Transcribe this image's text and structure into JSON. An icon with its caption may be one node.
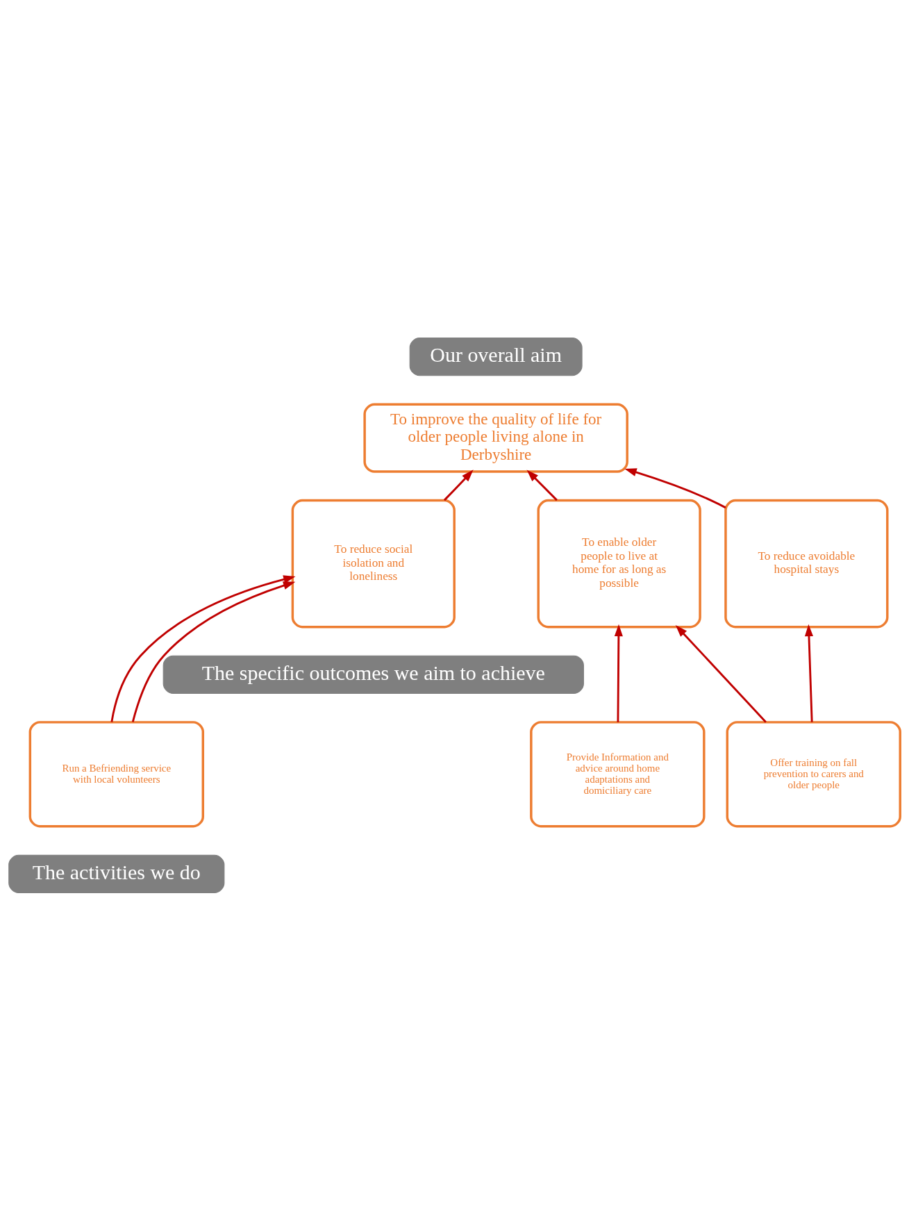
{
  "diagram": {
    "nodes": [
      {
        "text": [
          "Our overall aim"
        ]
      },
      {
        "text": [
          "To improve the quality of life for older people living alone in Derbyshire"
        ]
      },
      {
        "text": [
          "To reduce social isolation and loneliness"
        ]
      },
      {
        "text": [
          "To enable older people to live at home for as long as possible"
        ]
      },
      {
        "text": [
          "To reduce avoidable hospital stays"
        ]
      },
      {
        "text": [
          "The specific outcomes we aim to achieve"
        ]
      },
      {
        "text": [
          "Run a Befriending service with local volunteers"
        ]
      },
      {
        "text": [
          "Provide Information and advice around home adaptations and domiciliary care"
        ]
      },
      {
        "text": [
          "Offer training on fall prevention to carers and older people"
        ]
      },
      {
        "text": [
          "The activities we do"
        ]
      }
    ],
    "edges": [
      {
        "from": 2,
        "to": 1,
        "arrow": "to"
      },
      {
        "from": 3,
        "to": 1,
        "arrow": "to"
      },
      {
        "from": 4,
        "to": 1,
        "arrow": "to"
      },
      {
        "from": 6,
        "to": 2,
        "arrow": "to"
      },
      {
        "from": 6,
        "to": 2,
        "arrow": "to"
      },
      {
        "from": 7,
        "to": 3,
        "arrow": "to"
      },
      {
        "from": 8,
        "to": 3,
        "arrow": "to"
      },
      {
        "from": 8,
        "to": 4,
        "arrow": "to"
      }
    ]
  }
}
